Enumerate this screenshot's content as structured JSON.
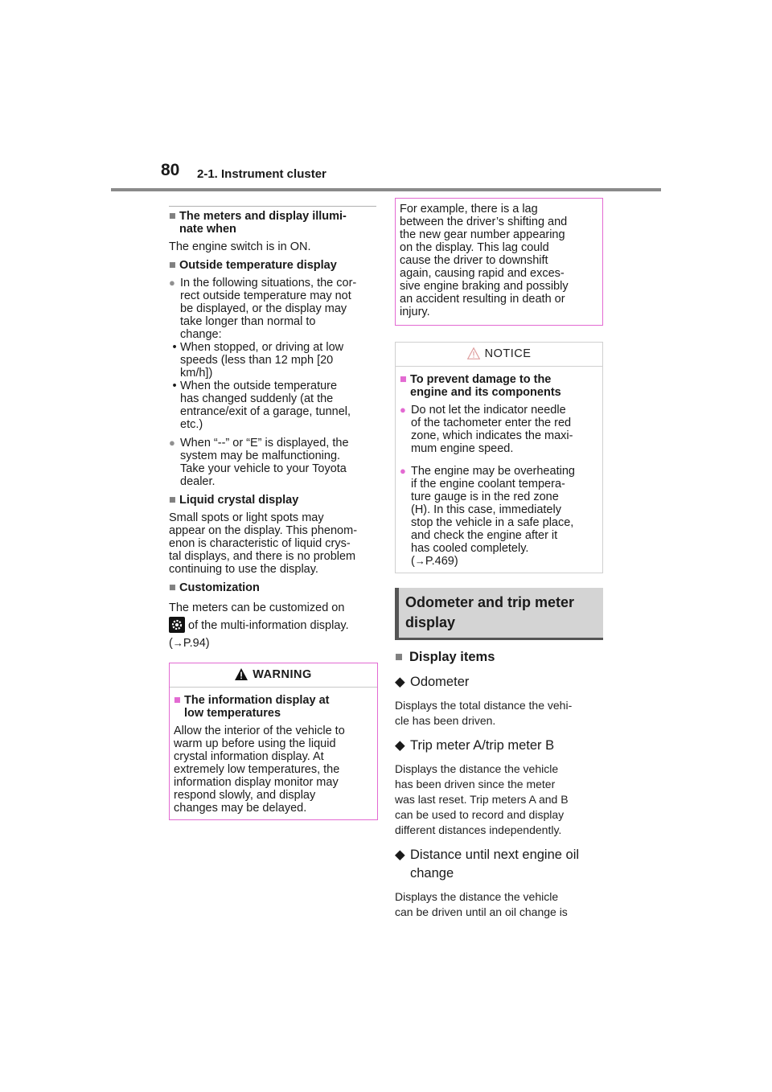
{
  "header": {
    "page_number": "80",
    "chapter": "2-1. Instrument cluster"
  },
  "left": {
    "meters_heading": "The meters and display illumi-\nnate when",
    "meters_text": "The engine switch is in ON.",
    "outside_heading": "Outside temperature display",
    "outside_item1": "In the following situations, the cor-\nrect outside temperature may not\nbe displayed, or the display may\ntake longer than normal to\nchange:",
    "outside_sub1": "When stopped, or driving at low\nspeeds (less than 12 mph [20\nkm/h])",
    "outside_sub2": "When the outside temperature\nhas changed suddenly (at the\nentrance/exit of a garage, tunnel,\netc.)",
    "outside_item2": "When “--” or “E” is displayed, the\nsystem may be malfunctioning.\nTake your vehicle to your Toyota\ndealer.",
    "lcd_heading": "Liquid crystal display",
    "lcd_text": "Small spots or light spots may\nappear on the display. This phenom-\nenon is characteristic of liquid crys-\ntal displays, and there is no problem\ncontinuing to use the display.",
    "custom_heading": "Customization",
    "custom_text1": "The meters can be customized on",
    "custom_text2": "of the multi-information display.",
    "custom_ref": "P.94)",
    "warning": {
      "title": "WARNING",
      "heading": "The information display at\nlow temperatures",
      "text": "Allow the interior of the vehicle to\nwarm up before using the liquid\ncrystal information display. At\nextremely low temperatures, the\ninformation display monitor may\nrespond slowly, and display\nchanges may be delayed."
    }
  },
  "right": {
    "continued_text": "For example, there is a lag\nbetween the driver’s shifting and\nthe new gear number appearing\non the display. This lag could\ncause the driver to downshift\nagain, causing rapid and exces-\nsive engine braking and possibly\nan accident resulting in death or\ninjury.",
    "notice": {
      "title": "NOTICE",
      "heading": "To prevent damage to the\nengine and its components",
      "item1": "Do not let the indicator needle\nof the tachometer enter the red\nzone, which indicates the maxi-\nmum engine speed.",
      "item2": "The engine may be overheating\nif the engine coolant tempera-\nture gauge is in the red zone\n(H). In this case, immediately\nstop the vehicle in a safe place,\nand check the engine after it\nhas cooled completely.",
      "ref": "P.469)"
    },
    "section_title": "Odometer and trip meter\ndisplay",
    "display_items_heading": "Display items",
    "items": [
      {
        "title": "Odometer",
        "desc": "Displays the total distance the vehi-\ncle has been driven."
      },
      {
        "title": "Trip meter A/trip meter B",
        "desc": "Displays the distance the vehicle\nhas been driven since the meter\nwas last reset. Trip meters A and B\ncan be used to record and display\ndifferent distances independently."
      },
      {
        "title": "Distance until next engine oil\nchange",
        "desc": "Displays the distance the vehicle\ncan be driven until an oil change is"
      }
    ]
  }
}
